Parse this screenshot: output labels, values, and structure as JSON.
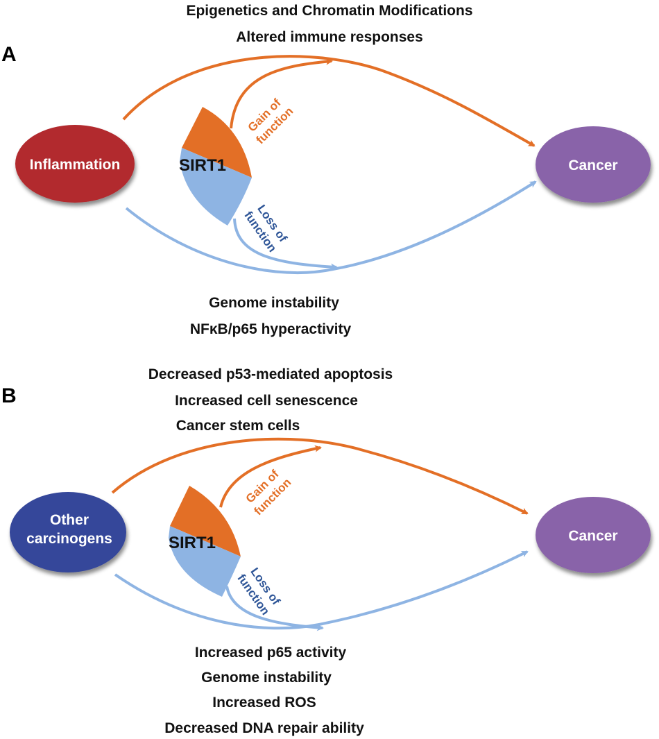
{
  "colors": {
    "orange": "#E36F26",
    "light_blue": "#8EB4E3",
    "dark_blue_text": "#2E5597",
    "inflammation": "#B2292E",
    "other_carcinogens": "#36469A",
    "cancer": "#8963A9",
    "text": "#111111"
  },
  "panels": [
    {
      "id": "A",
      "label": "A",
      "top_effects": [
        "Epigenetics and Chromatin Modifications",
        "Altered immune responses"
      ],
      "source_node": {
        "lines": [
          "Inflammation"
        ]
      },
      "target_node": {
        "lines": [
          "Cancer"
        ]
      },
      "sirt1_label": "SIRT1",
      "gain_label": [
        "Gain of",
        "function"
      ],
      "loss_label": [
        "Loss of",
        "function"
      ],
      "bottom_effects": [
        "Genome instability",
        "NFκB/p65 hyperactivity"
      ]
    },
    {
      "id": "B",
      "label": "B",
      "top_effects": [
        "Decreased p53-mediated apoptosis",
        "Increased cell  senescence",
        "Cancer stem cells"
      ],
      "source_node": {
        "lines": [
          "Other",
          "carcinogens"
        ]
      },
      "target_node": {
        "lines": [
          "Cancer"
        ]
      },
      "sirt1_label": "SIRT1",
      "gain_label": [
        "Gain of",
        "function"
      ],
      "loss_label": [
        "Loss of",
        "function"
      ],
      "bottom_effects": [
        "Increased p65 activity",
        "Genome instability",
        "Increased ROS",
        "Decreased DNA repair ability"
      ]
    }
  ]
}
